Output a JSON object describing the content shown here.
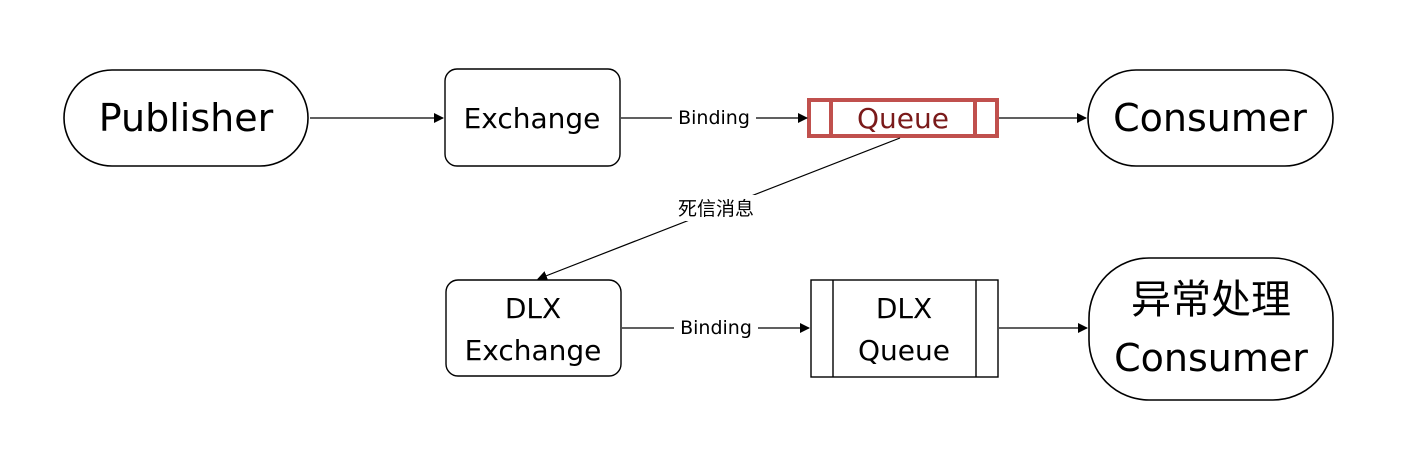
{
  "nodes": {
    "publisher": "Publisher",
    "exchange": "Exchange",
    "queue": "Queue",
    "consumer": "Consumer",
    "dlx_exchange_line1": "DLX",
    "dlx_exchange_line2": "Exchange",
    "dlx_queue_line1": "DLX",
    "dlx_queue_line2": "Queue",
    "dlx_consumer_line1": "异常处理",
    "dlx_consumer_line2": "Consumer"
  },
  "edges": {
    "exchange_to_queue": "Binding",
    "queue_to_dlx_exchange": "死信消息",
    "dlx_exchange_to_dlx_queue": "Binding"
  },
  "colors": {
    "highlight": "#c0504d",
    "highlight_text": "#7a1a1a",
    "stroke": "#000000"
  }
}
